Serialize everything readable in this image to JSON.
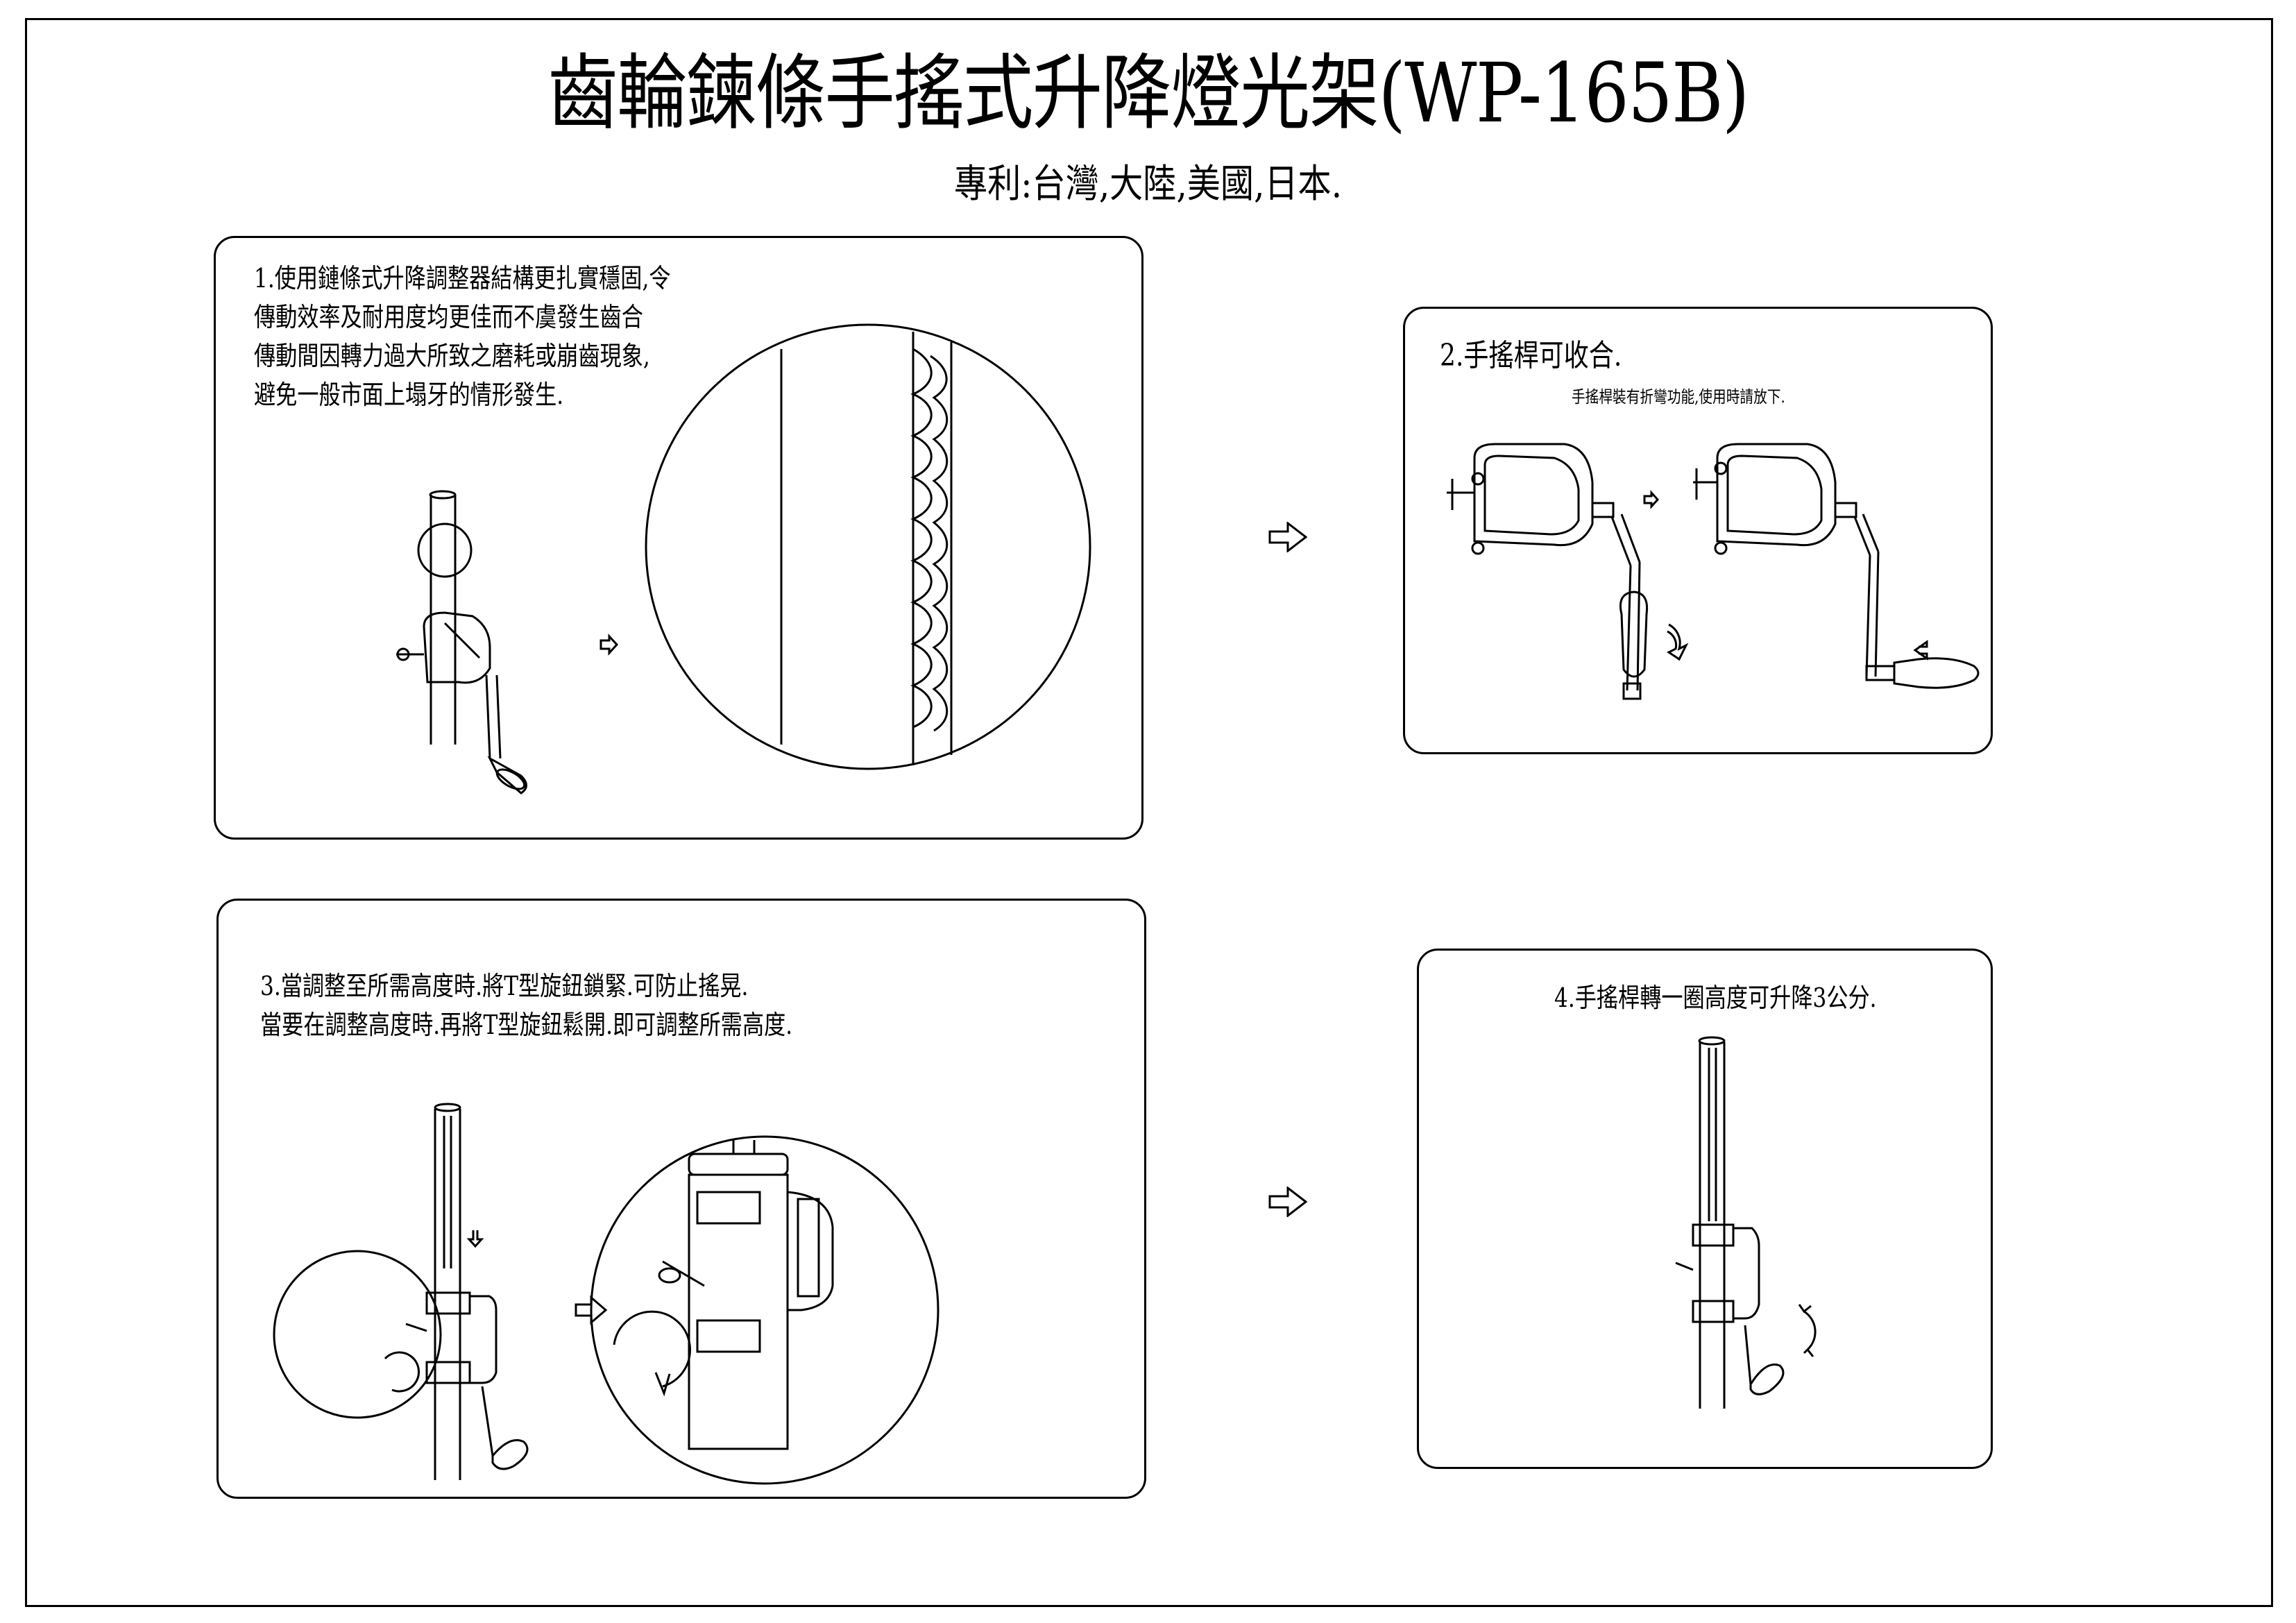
{
  "header": {
    "title": "齒輪鍊條手搖式升降燈光架(WP-165B)",
    "subtitle": "專利:台灣,大陸,美國,日本."
  },
  "panels": [
    {
      "id": 1,
      "lines": [
        "1.使用鏈條式升降調整器結構更扎實穩固,令",
        "傳動效率及耐用度均更佳而不虞發生齒合",
        "傳動間因轉力過大所致之磨耗或崩齒現象,",
        "避免一般市面上塌牙的情形發生."
      ]
    },
    {
      "id": 2,
      "heading": "2.手搖桿可收合.",
      "note": "手搖桿裝有折彎功能,使用時請放下."
    },
    {
      "id": 3,
      "lines": [
        "3.當調整至所需高度時.將T型旋鈕鎖緊.可防止搖晃.",
        "當要在調整高度時.再將T型旋鈕鬆開.即可調整所需高度."
      ]
    },
    {
      "id": 4,
      "heading": "4.手搖桿轉一圈高度可升降3公分."
    }
  ]
}
